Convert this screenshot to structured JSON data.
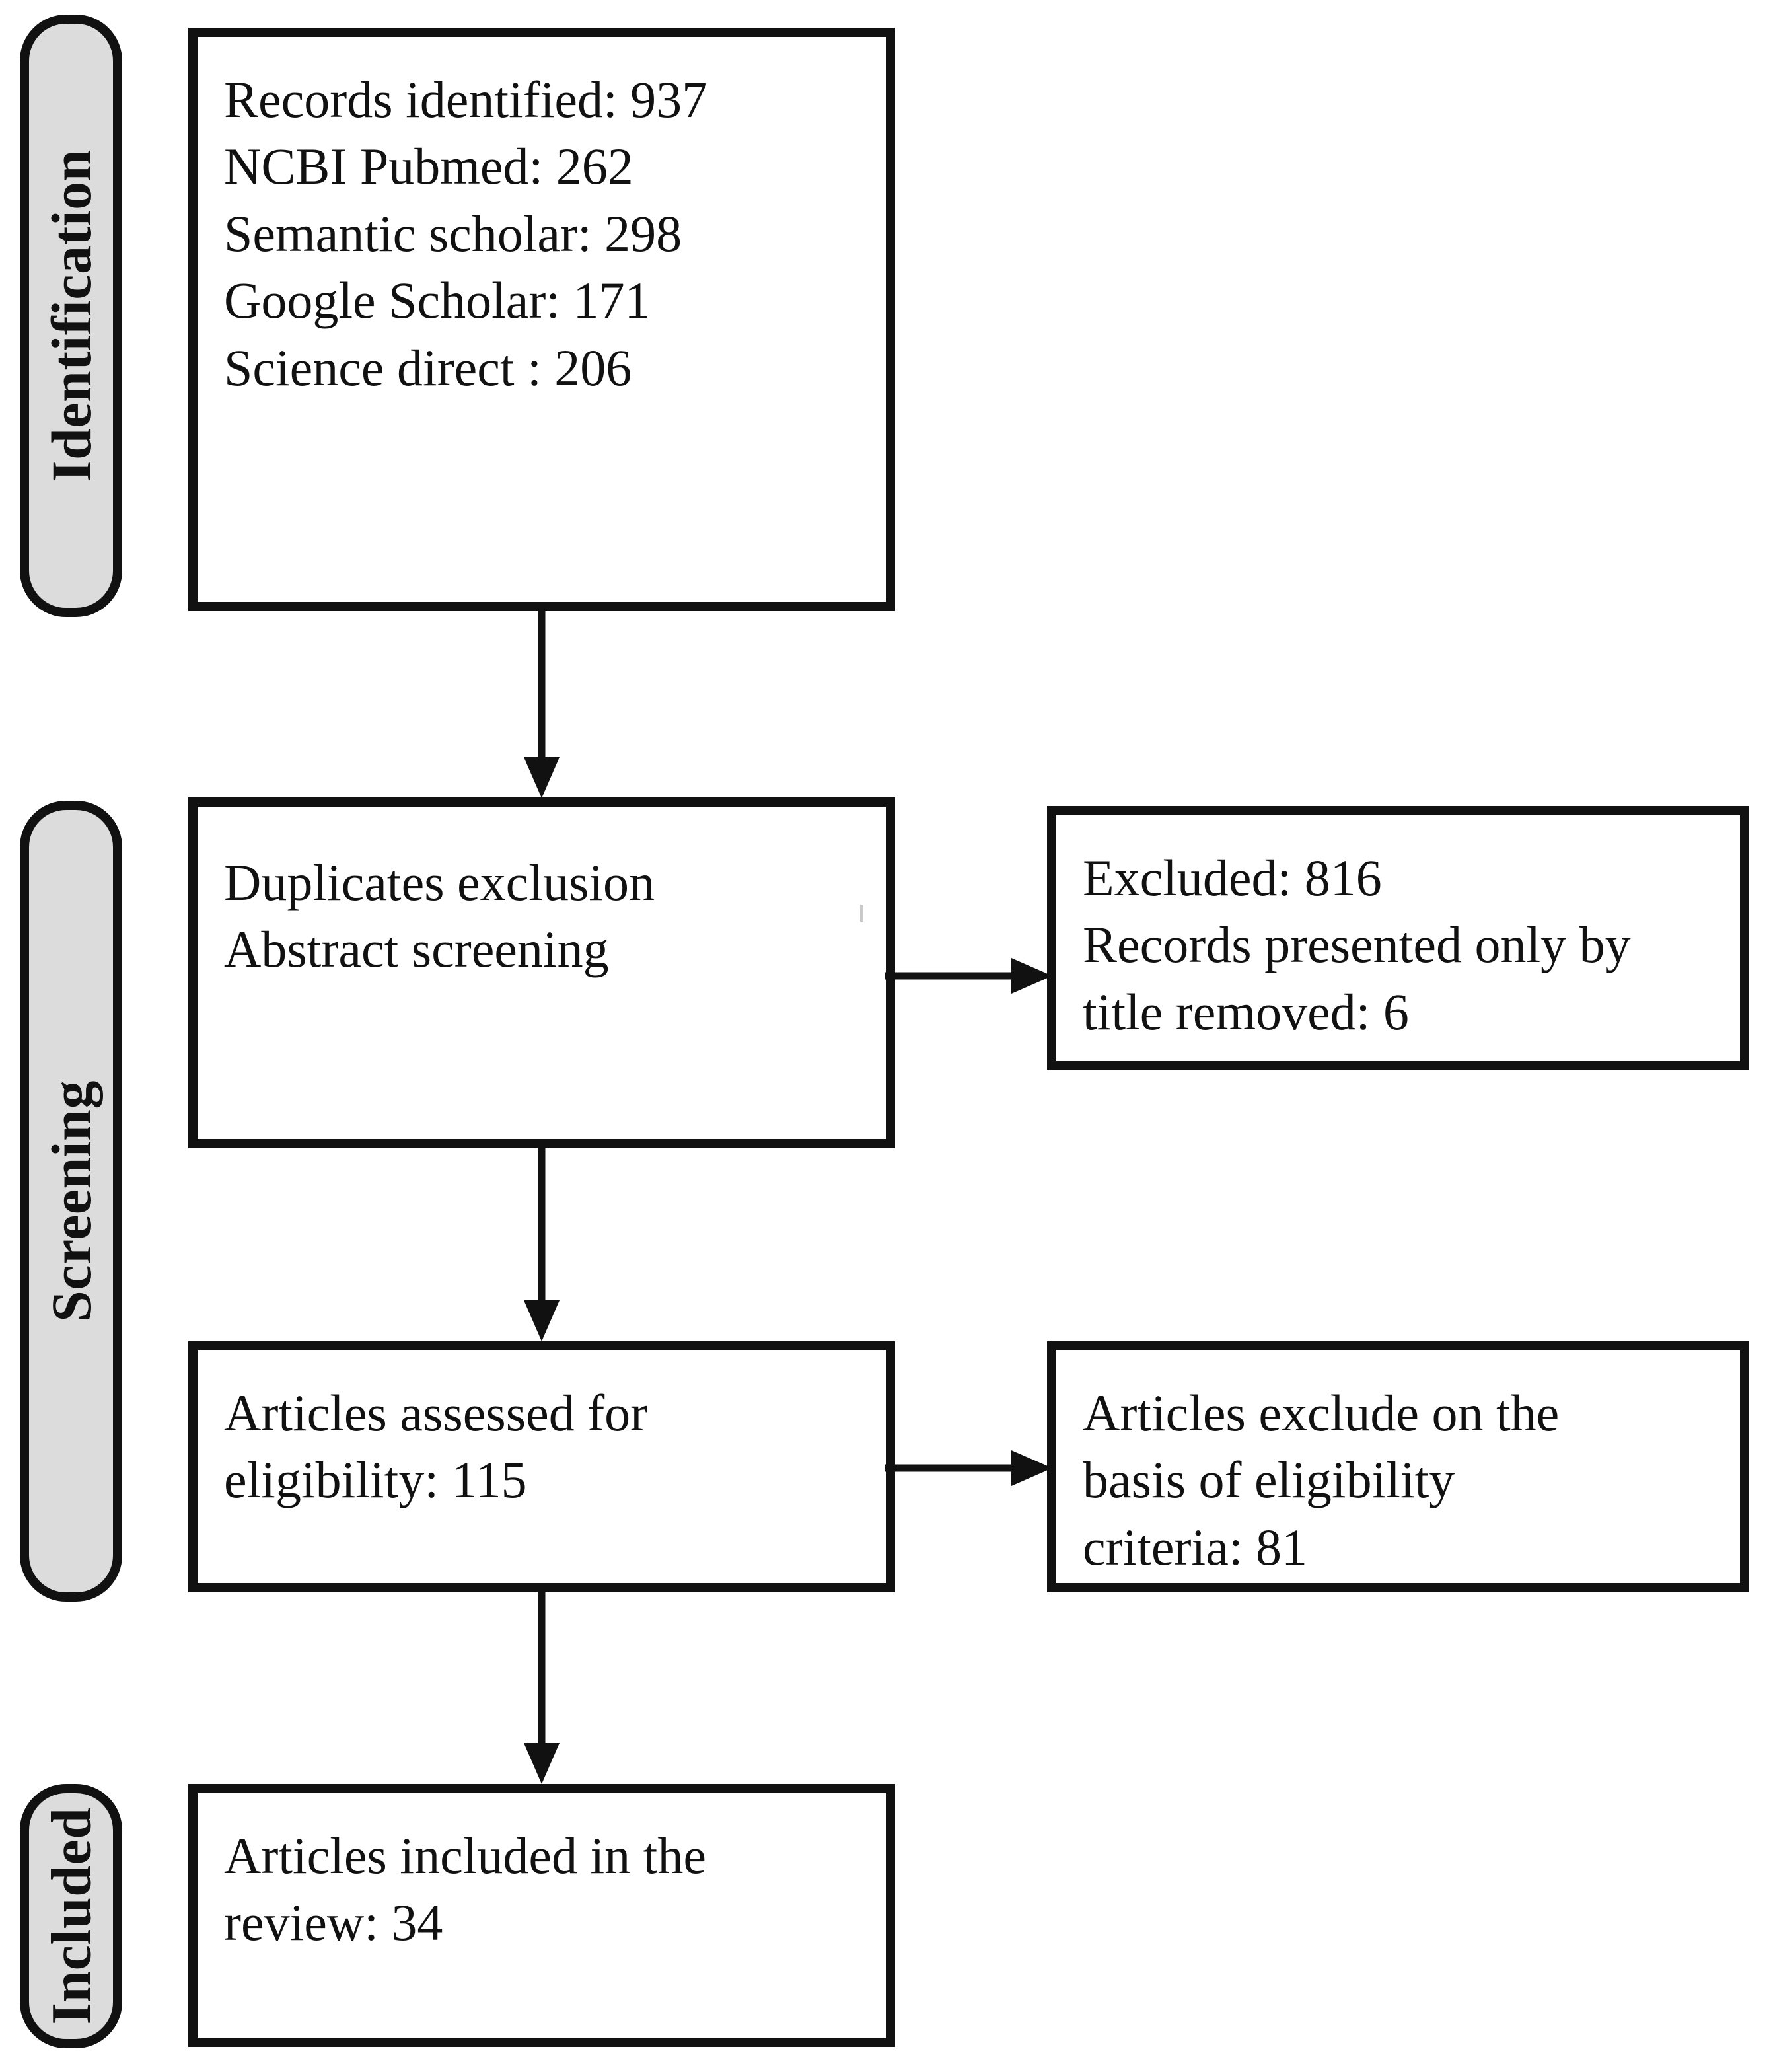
{
  "diagram": {
    "type": "prisma-flow-diagram",
    "stages": [
      {
        "id": "identification",
        "label": "Identification"
      },
      {
        "id": "screening",
        "label": "Screening"
      },
      {
        "id": "included",
        "label": "Included"
      }
    ],
    "boxes": {
      "identification": {
        "text": "Records identified:  937\nNCBI   Pubmed: 262\nSemantic scholar: 298\nGoogle Scholar: 171\nScience direct : 206",
        "records_identified": 937,
        "sources": [
          {
            "name": "NCBI Pubmed",
            "count": 262
          },
          {
            "name": "Semantic scholar",
            "count": 298
          },
          {
            "name": "Google Scholar",
            "count": 171
          },
          {
            "name": "Science direct",
            "count": 206
          }
        ]
      },
      "screening": {
        "text": "Duplicates exclusion\nAbstract screening"
      },
      "excluded": {
        "text": "Excluded: 816\nRecords presented only by\ntitle removed: 6",
        "excluded_count": 816,
        "title_only_removed": 6
      },
      "eligibility": {
        "text": "Articles assessed for\neligibility: 115",
        "count": 115
      },
      "excluded_criteria": {
        "text": "Articles exclude on the\nbasis of eligibility\ncriteria: 81",
        "count": 81
      },
      "included": {
        "text": "Articles included in the\nreview: 34",
        "count": 34
      }
    },
    "colors": {
      "line": "#111111",
      "pill_fill": "#dcdcdc",
      "box_fill": "#ffffff",
      "text": "#111111"
    }
  }
}
